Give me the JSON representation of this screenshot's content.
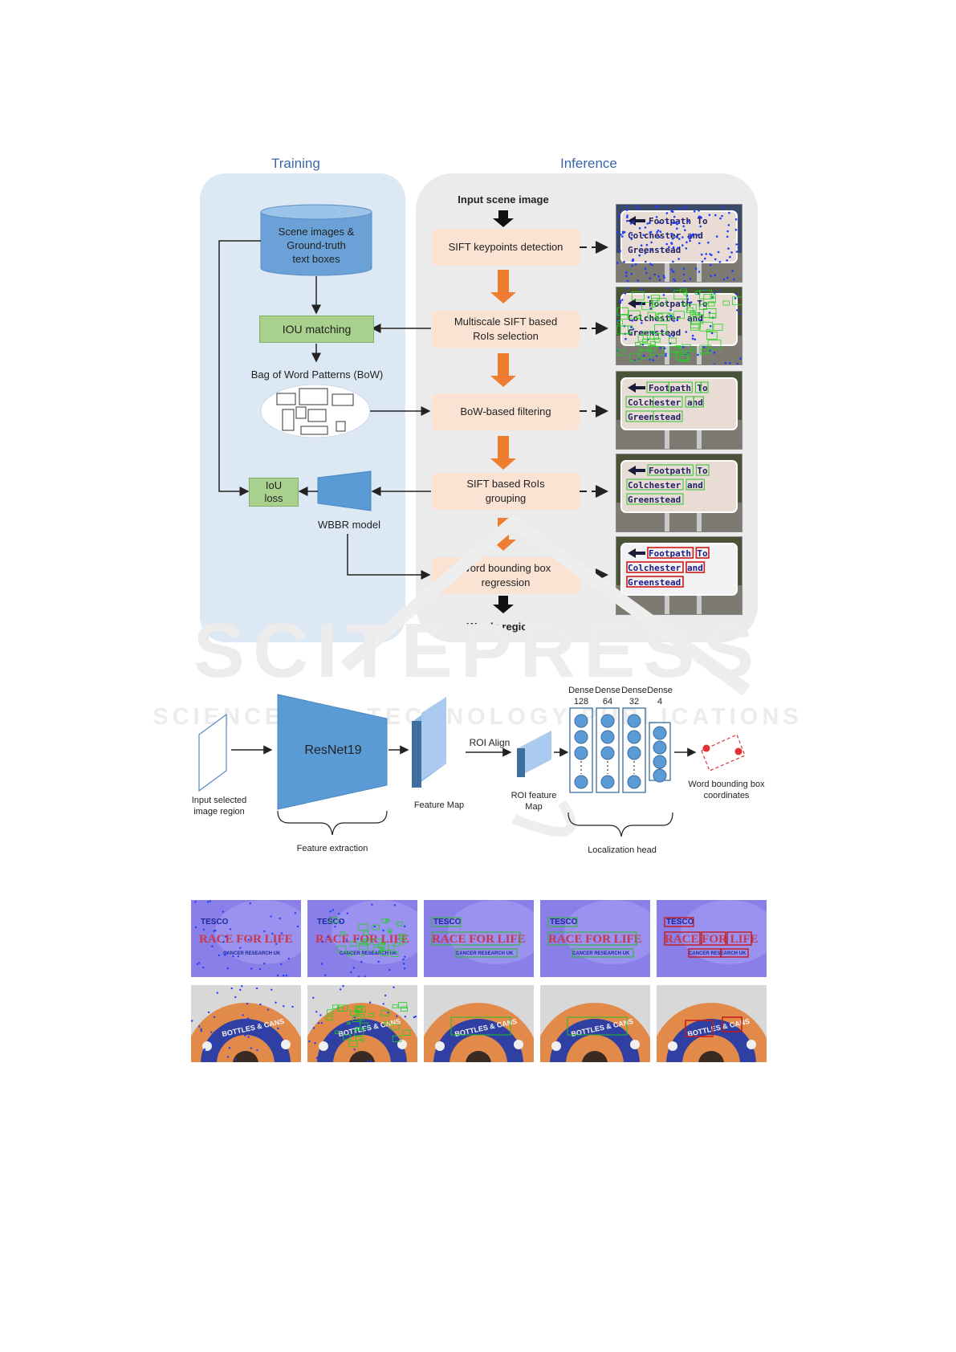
{
  "training": {
    "title": "Training",
    "database": [
      "Scene images &",
      "Ground-truth",
      "text boxes"
    ],
    "iou_matching": "IOU matching",
    "bow_label": "Bag of Word Patterns (BoW)",
    "iou_loss": [
      "IoU",
      "loss"
    ],
    "model": "WBBR model"
  },
  "inference": {
    "title": "Inference",
    "input": "Input scene image",
    "steps": [
      [
        "SIFT keypoints detection"
      ],
      [
        "Multiscale SIFT based",
        "RoIs selection"
      ],
      [
        "BoW-based filtering"
      ],
      [
        "SIFT based RoIs",
        "grouping"
      ],
      [
        "Word bounding box",
        "regression"
      ]
    ],
    "output": "Words regions",
    "sign_words": [
      "Footpath",
      "To",
      "Colchester",
      "and",
      "Greenstead"
    ]
  },
  "watermark": {
    "main": "SCITEPRESS",
    "sub": "SCIENCE AND TECHNOLOGY PUBLICATIONS"
  },
  "architecture": {
    "input": [
      "Input selected",
      "image region"
    ],
    "backbone": "ResNet19",
    "feature_map": "Feature Map",
    "roi_align": "ROI Align",
    "roi_feature": [
      "ROI feature",
      "Map"
    ],
    "dense": [
      [
        "Dense",
        "128"
      ],
      [
        "Dense",
        "64"
      ],
      [
        "Dense",
        "32"
      ],
      [
        "Dense",
        "4"
      ]
    ],
    "output": [
      "Word bounding box",
      "coordinates"
    ],
    "brace_feature": "Feature extraction",
    "brace_head": "Localization head"
  },
  "examples": {
    "row1_words": [
      "TESCO",
      "RACE FOR LIFE",
      "CANCER RESEARCH UK"
    ],
    "row2_words": [
      "BOTTLES & CANS"
    ]
  },
  "colors": {
    "accent": "#3a66a8",
    "step_fill": "#fbe3d3",
    "green_box": "#a9d18e",
    "arrow_orange": "#ed7d31",
    "node_blue": "#5b9bd5"
  }
}
